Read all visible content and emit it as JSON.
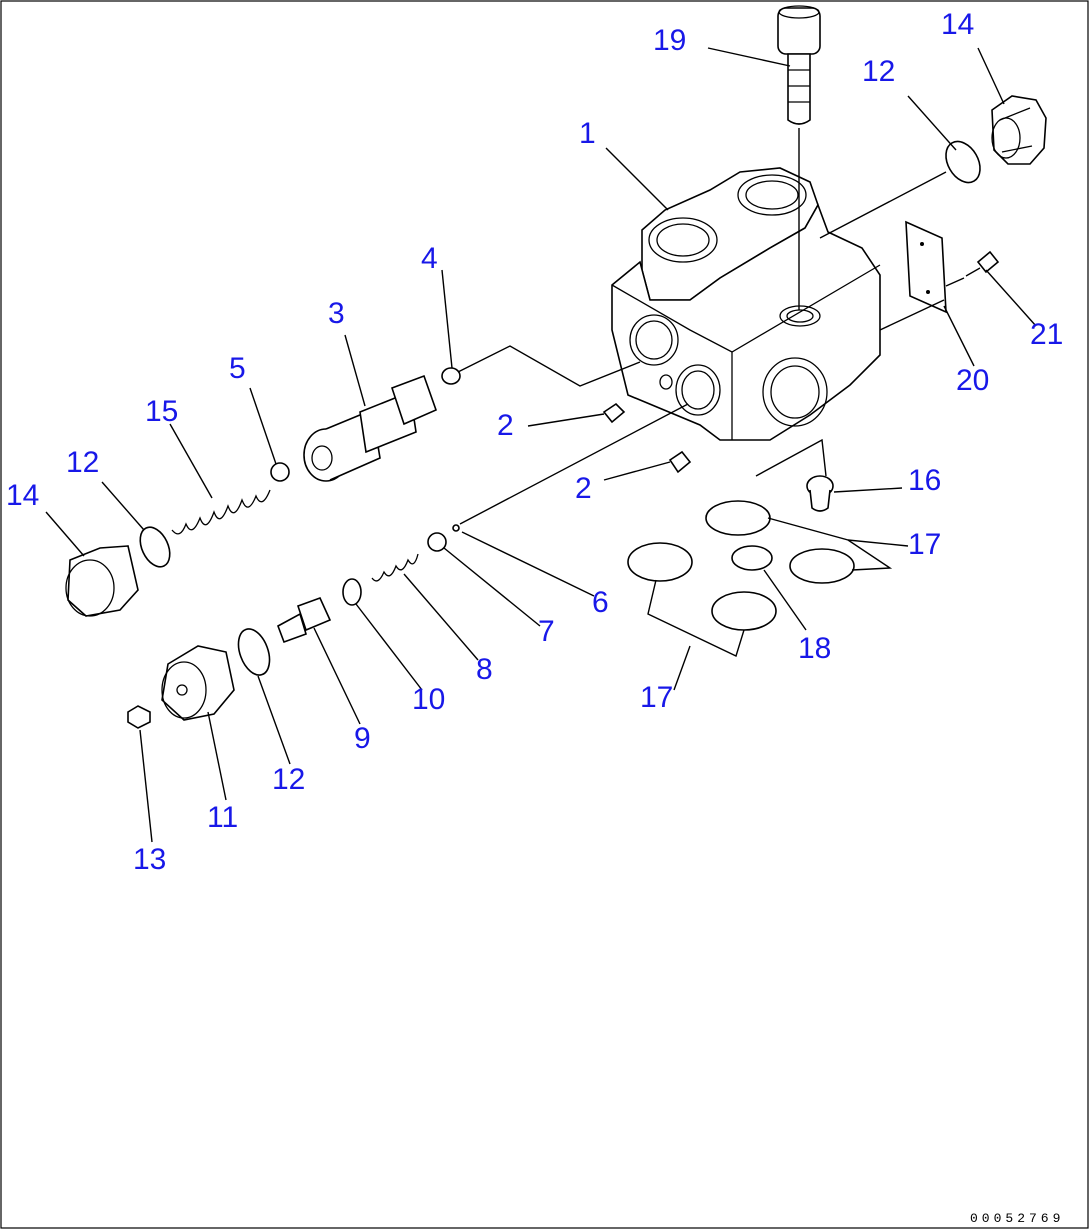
{
  "diagram": {
    "accent_color": "#1818e8",
    "drawing_code": "00052769",
    "callouts": [
      {
        "id": "c1",
        "text": "1"
      },
      {
        "id": "c2a",
        "text": "2"
      },
      {
        "id": "c2b",
        "text": "2"
      },
      {
        "id": "c3",
        "text": "3"
      },
      {
        "id": "c4",
        "text": "4"
      },
      {
        "id": "c5",
        "text": "5"
      },
      {
        "id": "c6",
        "text": "6"
      },
      {
        "id": "c7",
        "text": "7"
      },
      {
        "id": "c8",
        "text": "8"
      },
      {
        "id": "c9",
        "text": "9"
      },
      {
        "id": "c10",
        "text": "10"
      },
      {
        "id": "c11",
        "text": "11"
      },
      {
        "id": "c12a",
        "text": "12"
      },
      {
        "id": "c12b",
        "text": "12"
      },
      {
        "id": "c12c",
        "text": "12"
      },
      {
        "id": "c13",
        "text": "13"
      },
      {
        "id": "c14a",
        "text": "14"
      },
      {
        "id": "c14b",
        "text": "14"
      },
      {
        "id": "c15",
        "text": "15"
      },
      {
        "id": "c16",
        "text": "16"
      },
      {
        "id": "c17a",
        "text": "17"
      },
      {
        "id": "c17b",
        "text": "17"
      },
      {
        "id": "c18",
        "text": "18"
      },
      {
        "id": "c19",
        "text": "19"
      },
      {
        "id": "c20",
        "text": "20"
      },
      {
        "id": "c21",
        "text": "21"
      }
    ]
  }
}
